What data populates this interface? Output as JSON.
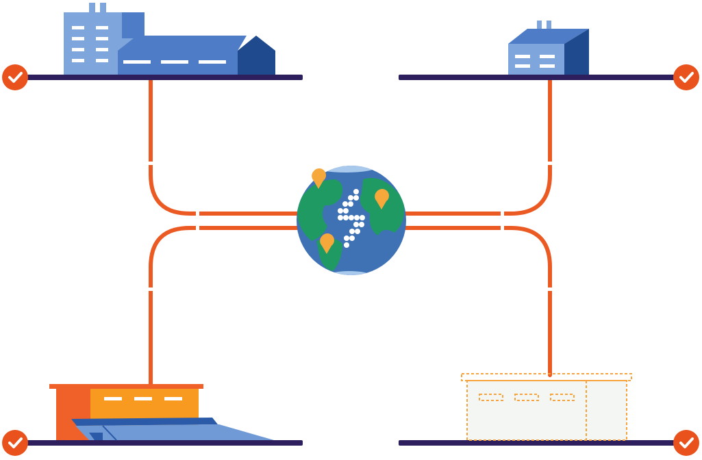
{
  "colors": {
    "background": "#ffffff",
    "ground_line": "#2d1f5e",
    "connector": "#ec5a24",
    "check_badge": "#e9521c",
    "check_mark": "#ffffff",
    "building_light": "#7ea6dc",
    "building_mid": "#4e7cc6",
    "building_dark": "#1f4b8e",
    "window": "#ffffff",
    "warehouse_orange": "#f79a1f",
    "warehouse_red": "#f0612a",
    "solar_panel": "#6f9ad6",
    "solar_dark": "#2a5aa8",
    "planned_outline": "#f7a23b",
    "planned_fill": "#f4f6f4",
    "ocean": "#3f72b5",
    "land": "#1f9a63",
    "ice": "#a8c8ec",
    "pin": "#f7a83b",
    "hex_logo": "#ffffff"
  },
  "icons": {
    "badge": "check-circle-icon",
    "location": "map-pin-icon",
    "center": "globe-icon"
  },
  "sites": [
    {
      "name": "factory-large",
      "status": "connected"
    },
    {
      "name": "factory-small",
      "status": "connected"
    },
    {
      "name": "warehouse-solar",
      "status": "connected"
    },
    {
      "name": "warehouse-planned",
      "status": "connected"
    }
  ]
}
